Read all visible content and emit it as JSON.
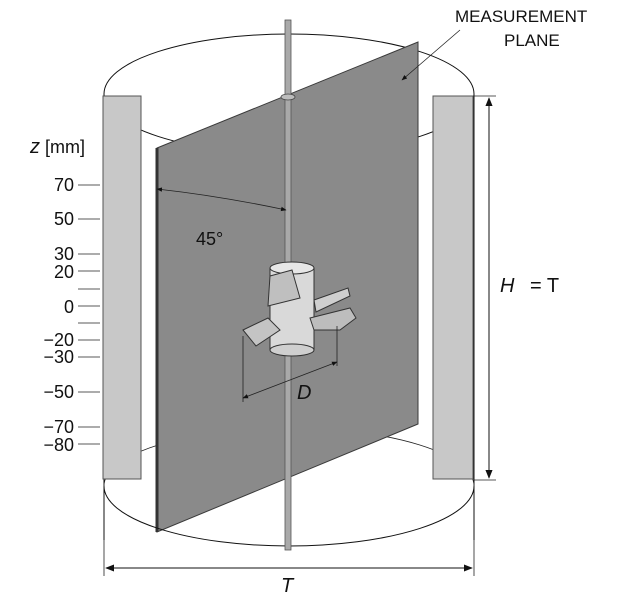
{
  "labels": {
    "measurement_line1": "MEASUREMENT",
    "measurement_line2": "PLANE",
    "z_label": "z",
    "z_unit": "[mm]",
    "angle": "45°",
    "d_symbol": "D",
    "h_symbol": "H",
    "h_equals": "= T",
    "t_symbol": "T"
  },
  "z_ticks": [
    "70",
    "50",
    "30",
    "20",
    "0",
    "−20",
    "−30",
    "−50",
    "−70",
    "−80"
  ],
  "colors": {
    "plane": "#8a8a8a",
    "plane_edge": "#5a5a5a",
    "baffle": "#c8c8c8",
    "line": "#111111"
  }
}
